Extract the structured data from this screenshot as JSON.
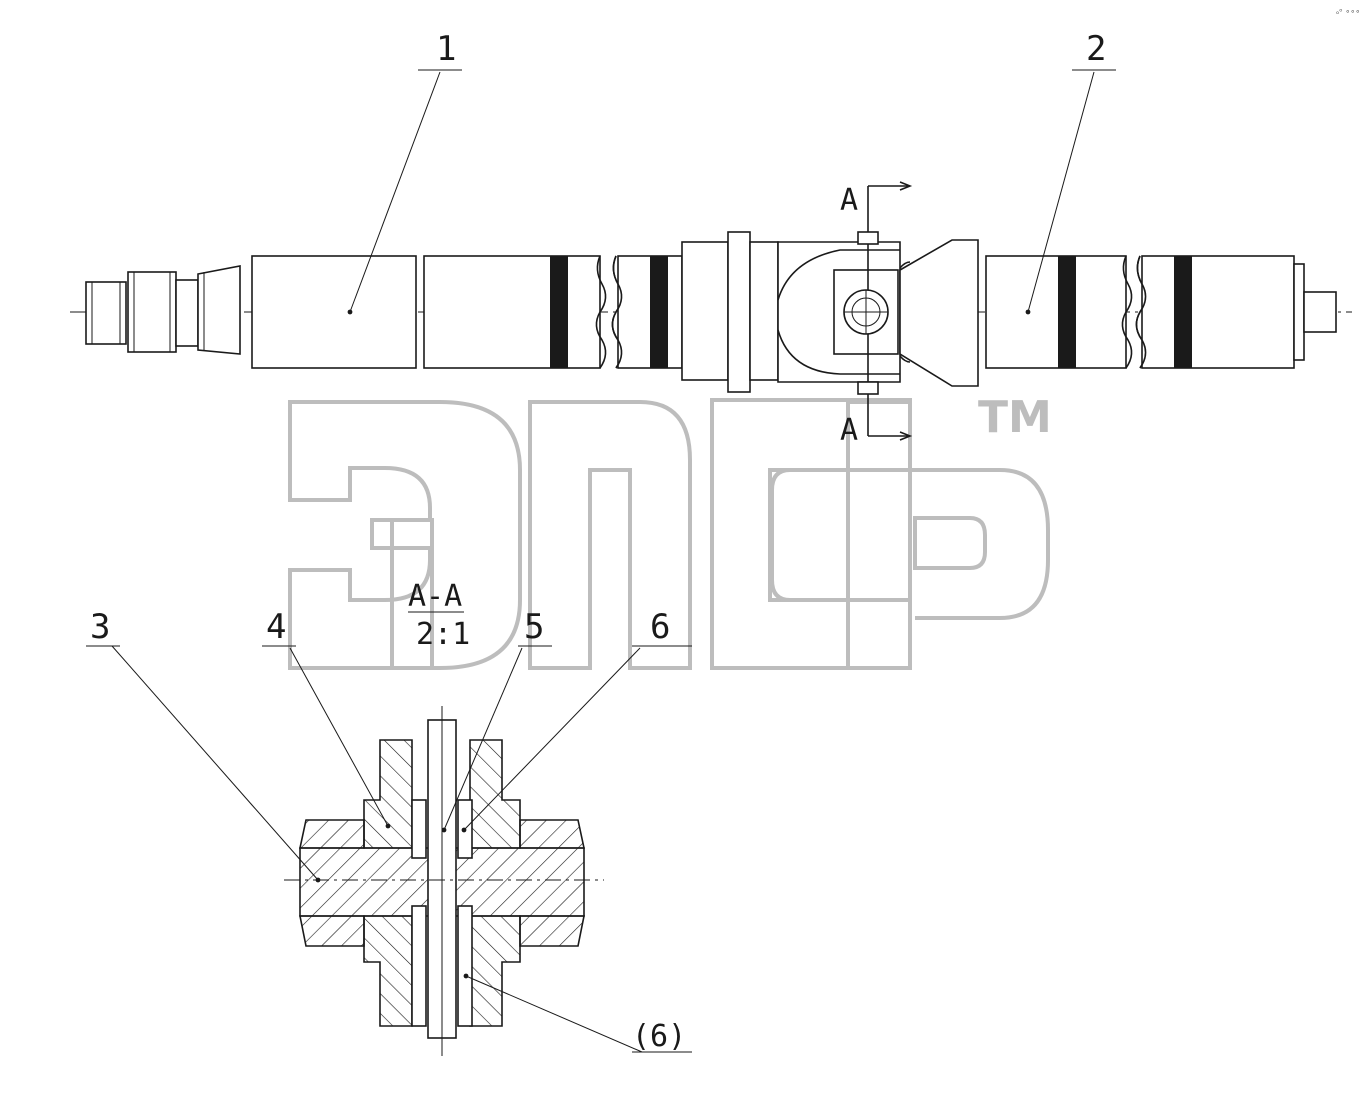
{
  "drawing": {
    "corner_mark": "ₒᵒ ∘∘∘",
    "callouts": {
      "c1": "1",
      "c2": "2",
      "c3": "3",
      "c4": "4",
      "c5": "5",
      "c6": "6",
      "c6b": "(6)"
    },
    "section_marker_top": "A",
    "section_marker_bottom": "A",
    "section_title": "A-A",
    "section_scale": "2:1"
  },
  "watermark": {
    "trademark": "TM"
  },
  "colors": {
    "line": "#1a1a1a",
    "watermark": "#bdbdbd",
    "background": "#ffffff"
  }
}
